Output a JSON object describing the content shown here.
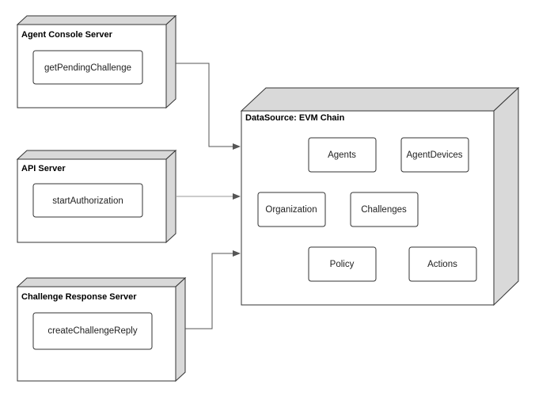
{
  "nodes": {
    "agent_console": {
      "title": "Agent Console Server",
      "method": "getPendingChallenge"
    },
    "api_server": {
      "title": "API Server",
      "method": "startAuthorization"
    },
    "challenge_response": {
      "title": "Challenge Response Server",
      "method": "createChallengeReply"
    },
    "datasource": {
      "title": "DataSource: EVM Chain",
      "entities": {
        "agents": "Agents",
        "agent_devices": "AgentDevices",
        "organization": "Organization",
        "challenges": "Challenges",
        "policy": "Policy",
        "actions": "Actions"
      }
    }
  },
  "colors": {
    "side_face": "#d9d9d9",
    "stroke": "#333333",
    "arrow": "#555555"
  }
}
